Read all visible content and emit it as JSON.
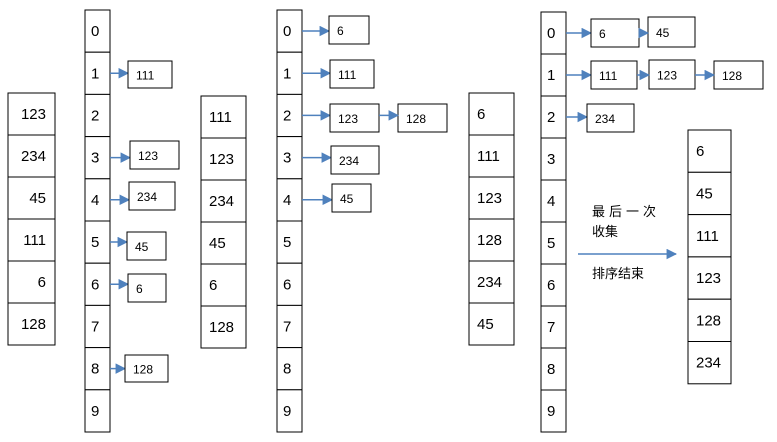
{
  "input_column": [
    "123",
    "234",
    "45",
    "111",
    "6",
    "128"
  ],
  "buckets_labels": [
    "0",
    "1",
    "2",
    "3",
    "4",
    "5",
    "6",
    "7",
    "8",
    "9"
  ],
  "pass1": {
    "buckets": [
      {
        "index": 1,
        "items": [
          "111"
        ]
      },
      {
        "index": 3,
        "items": [
          "123"
        ]
      },
      {
        "index": 4,
        "items": [
          "234"
        ]
      },
      {
        "index": 5,
        "items": [
          "45"
        ]
      },
      {
        "index": 6,
        "items": [
          "6"
        ]
      },
      {
        "index": 8,
        "items": [
          "128"
        ]
      }
    ],
    "collected": [
      "111",
      "123",
      "234",
      "45",
      "6",
      "128"
    ]
  },
  "pass2": {
    "buckets": [
      {
        "index": 0,
        "items": [
          "6"
        ]
      },
      {
        "index": 1,
        "items": [
          "111"
        ]
      },
      {
        "index": 2,
        "items": [
          "123",
          "128"
        ]
      },
      {
        "index": 3,
        "items": [
          "234"
        ]
      },
      {
        "index": 4,
        "items": [
          "45"
        ]
      }
    ],
    "collected": [
      "6",
      "111",
      "123",
      "128",
      "234",
      "45"
    ]
  },
  "pass3": {
    "buckets": [
      {
        "index": 0,
        "items": [
          "6",
          "45"
        ]
      },
      {
        "index": 1,
        "items": [
          "111",
          "123",
          "128"
        ]
      },
      {
        "index": 2,
        "items": [
          "234"
        ]
      }
    ],
    "final": [
      "6",
      "45",
      "111",
      "123",
      "128",
      "234"
    ]
  },
  "annotation": {
    "line1": "最后一次",
    "line2": "收集",
    "line3": "排序结束"
  },
  "colors": {
    "arrow": "#4f81bd",
    "stroke": "#000000"
  }
}
